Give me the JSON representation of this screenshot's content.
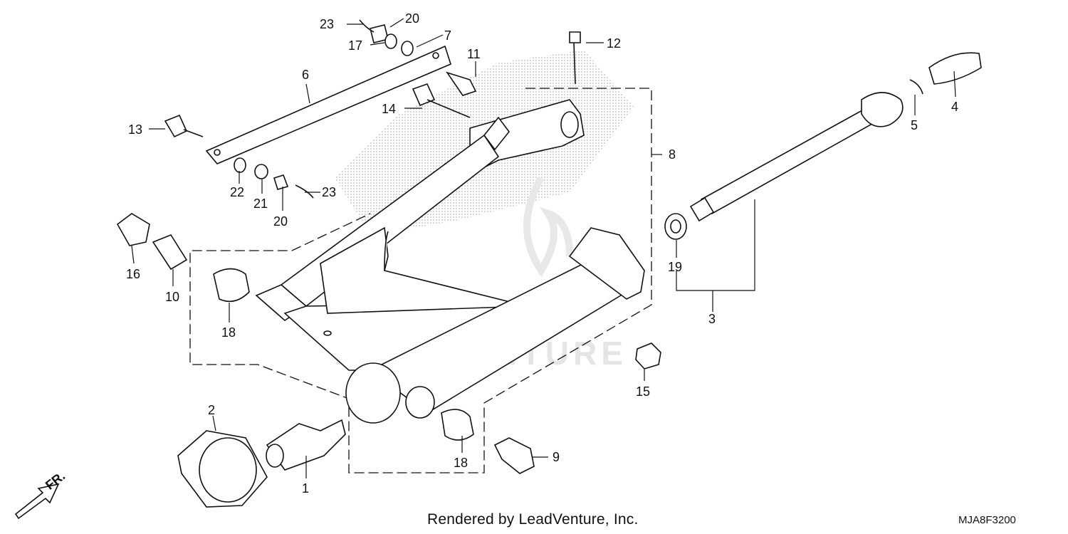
{
  "callouts": [
    {
      "id": "c1",
      "text": "1"
    },
    {
      "id": "c2",
      "text": "2"
    },
    {
      "id": "c3",
      "text": "3"
    },
    {
      "id": "c4",
      "text": "4"
    },
    {
      "id": "c5",
      "text": "5"
    },
    {
      "id": "c6",
      "text": "6"
    },
    {
      "id": "c7",
      "text": "7"
    },
    {
      "id": "c8",
      "text": "8"
    },
    {
      "id": "c9",
      "text": "9"
    },
    {
      "id": "c10",
      "text": "10"
    },
    {
      "id": "c11",
      "text": "11"
    },
    {
      "id": "c12",
      "text": "12"
    },
    {
      "id": "c13",
      "text": "13"
    },
    {
      "id": "c14",
      "text": "14"
    },
    {
      "id": "c15",
      "text": "15"
    },
    {
      "id": "c16",
      "text": "16"
    },
    {
      "id": "c17",
      "text": "17"
    },
    {
      "id": "c18a",
      "text": "18"
    },
    {
      "id": "c18b",
      "text": "18"
    },
    {
      "id": "c19",
      "text": "19"
    },
    {
      "id": "c20a",
      "text": "20"
    },
    {
      "id": "c20b",
      "text": "20"
    },
    {
      "id": "c21",
      "text": "21"
    },
    {
      "id": "c22",
      "text": "22"
    },
    {
      "id": "c23a",
      "text": "23"
    },
    {
      "id": "c23b",
      "text": "23"
    }
  ],
  "direction_label": "FR.",
  "watermark": "LEADVENTURE",
  "footer": {
    "credit": "Rendered by LeadVenture, Inc.",
    "code": "MJA8F3200"
  }
}
